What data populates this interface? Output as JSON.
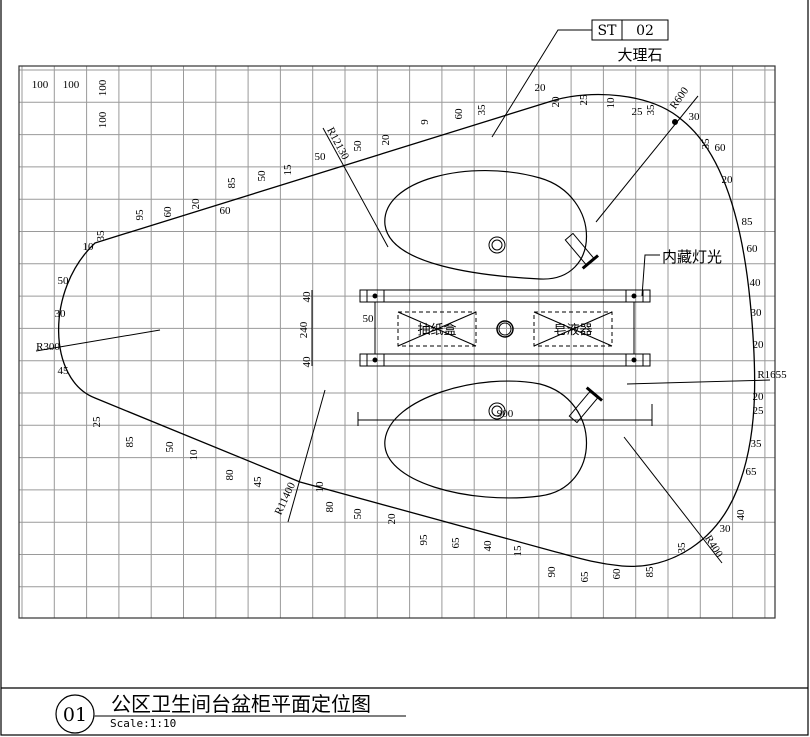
{
  "tag": {
    "code": "ST",
    "number": "02",
    "material": "大理石"
  },
  "callouts": {
    "light": "内藏灯光",
    "tissue_box": "抽纸盒",
    "soap_dispenser": "皂液器"
  },
  "dimensions": [
    "100",
    "100",
    "100",
    "100",
    "35",
    "10",
    "95",
    "60",
    "20",
    "60",
    "85",
    "50",
    "15",
    "50",
    "R12130",
    "50",
    "20",
    "9",
    "60",
    "35",
    "20",
    "20",
    "25",
    "10",
    "25",
    "35",
    "R600",
    "30",
    "35",
    "60",
    "20",
    "85",
    "60",
    "40",
    "30",
    "20",
    "R1655",
    "20",
    "25",
    "35",
    "65",
    "40",
    "30",
    "R400",
    "35",
    "85",
    "60",
    "65",
    "90",
    "15",
    "40",
    "65",
    "95",
    "20",
    "50",
    "80",
    "10",
    "R11400",
    "45",
    "80",
    "10",
    "50",
    "85",
    "25",
    "50",
    "30",
    "R300",
    "45",
    "40",
    "240",
    "40",
    "50",
    "900"
  ],
  "title_block": {
    "number": "01",
    "title": "公区卫生间台盆柜平面定位图",
    "scale": "Scale:1:10"
  }
}
